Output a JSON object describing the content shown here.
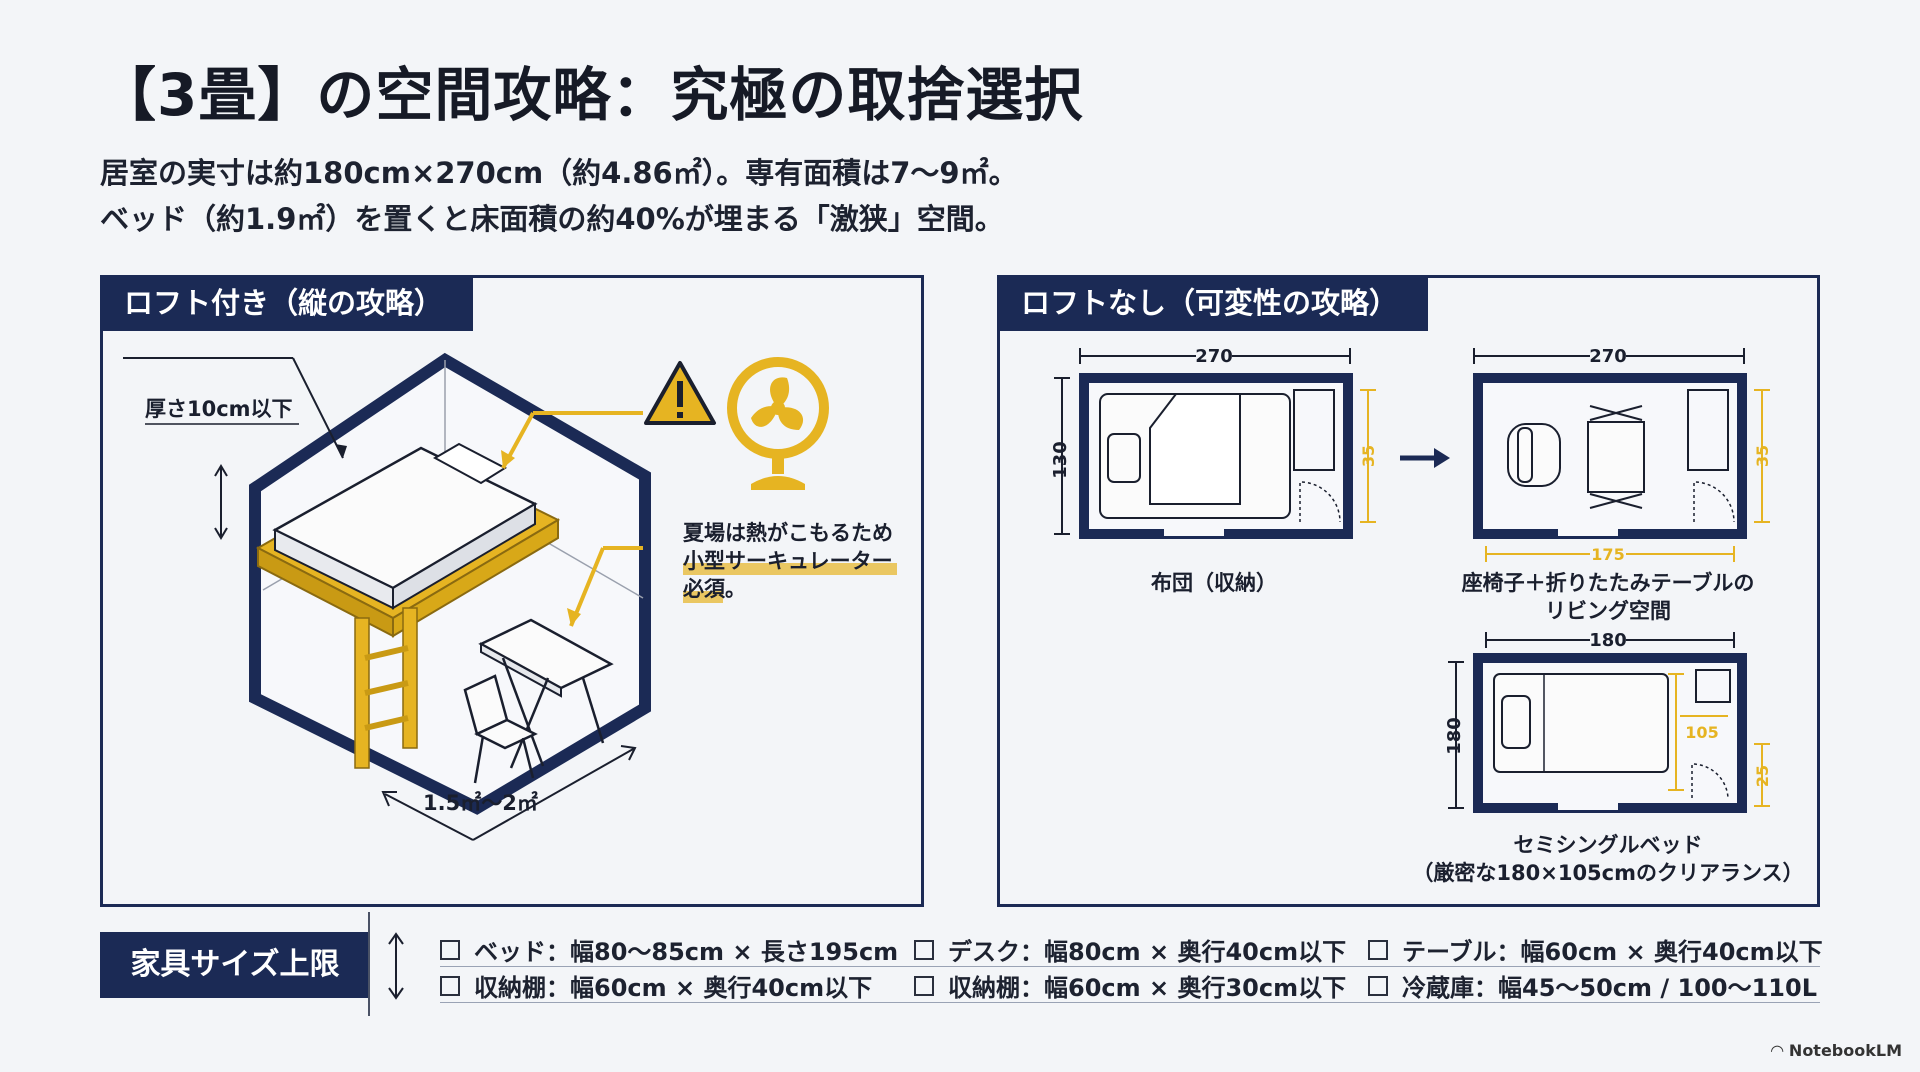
{
  "title": "【3畳】の空間攻略：究極の取捨選択",
  "subtitle": {
    "line1": "居室の実寸は約180cm×270cm（約4.86㎡）。専有面積は7〜9㎡。",
    "line2": "ベッド（約1.9㎡）を置くと床面積の約40%が埋まる「激狭」空間。"
  },
  "loft_panel": {
    "title": "ロフト付き（縦の攻略）",
    "thickness_label": "厚さ10cm以下",
    "note_line1": "夏場は熱がこもるため",
    "note_line2": "小型サーキュレーター",
    "note_line3": "必須。",
    "floor_label": "1.5㎡〜2㎡",
    "colors": {
      "accent": "#e6b422",
      "navy": "#1b2a55"
    }
  },
  "noloft_panel": {
    "title": "ロフトなし（可変性の攻略）",
    "plan1": {
      "width_label": "270",
      "height_label": "130",
      "side_label": "35",
      "caption": "布団（収納）"
    },
    "plan2": {
      "width_label": "270",
      "side_label": "35",
      "inner_label": "175",
      "caption_line1": "座椅子＋折りたたみテーブルの",
      "caption_line2": "リビング空間"
    },
    "plan3": {
      "width_label": "180",
      "height_label": "180",
      "inner_label": "105",
      "side_label": "25",
      "caption_line1": "セミシングルベッド",
      "caption_line2": "（厳密な180×105cmのクリアランス）"
    }
  },
  "footer": {
    "label": "家具サイズ上限",
    "row1": [
      "ベッド：幅80〜85cm × 長さ195cm",
      "デスク：幅80cm × 奥行40cm以下",
      "テーブル：幅60cm × 奥行40cm以下"
    ],
    "row2": [
      "収納棚：幅60cm × 奥行40cm以下",
      "収納棚：幅60cm × 奥行30cm以下",
      "冷蔵庫：幅45〜50cm / 100〜110L"
    ]
  },
  "brand": "NotebookLM"
}
